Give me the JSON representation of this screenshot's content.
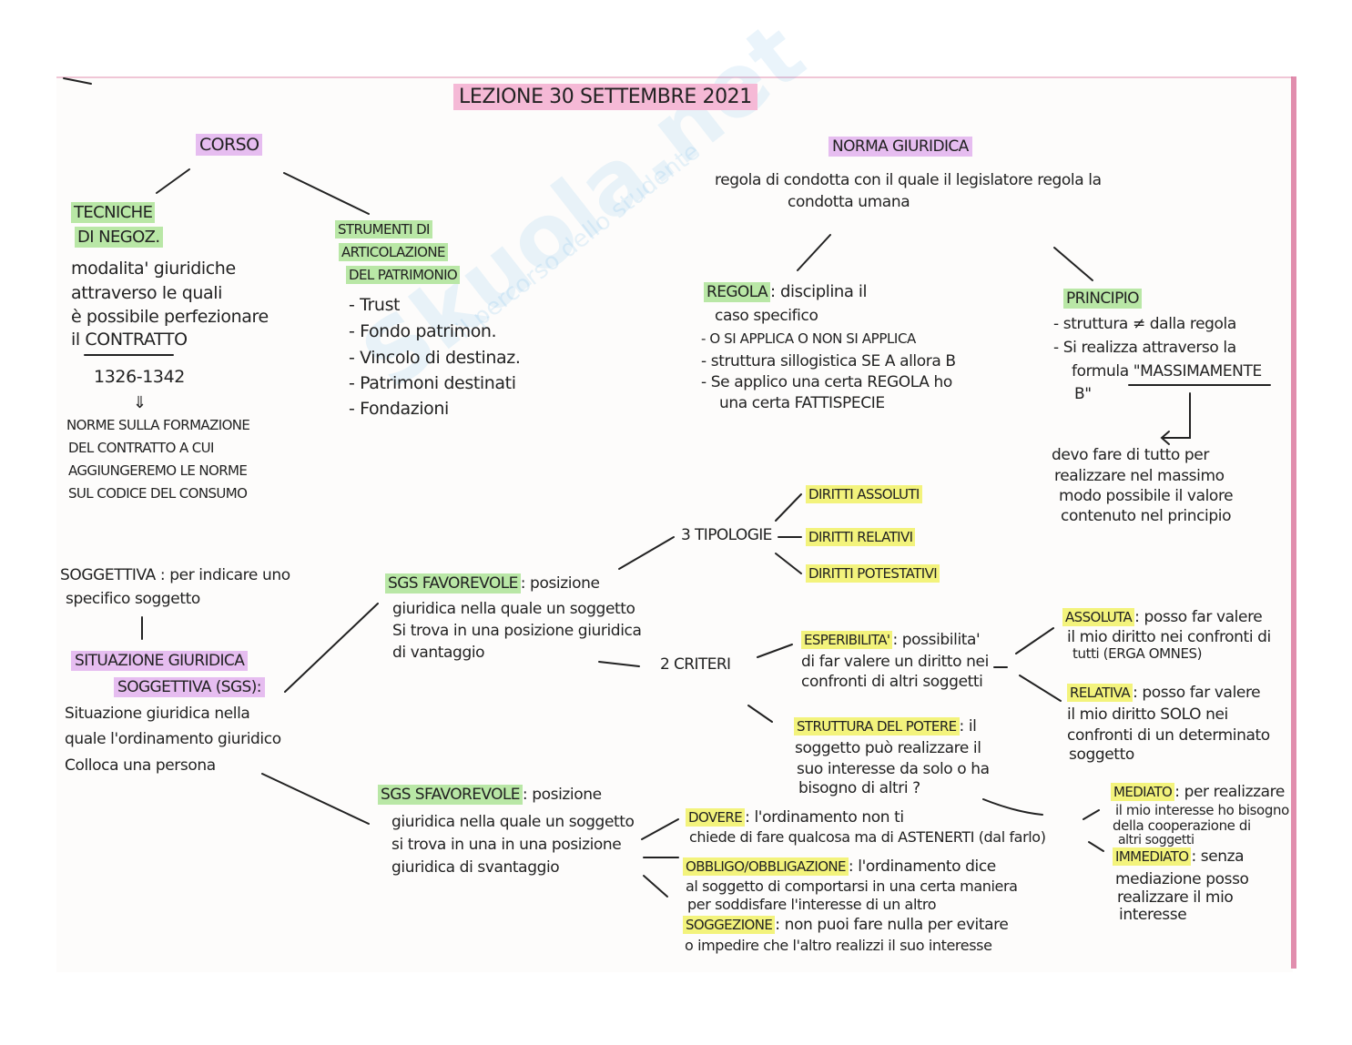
{
  "watermark": {
    "logo": "Skuola.net",
    "tagline": "il percorso dello studente"
  },
  "title": "LEZIONE 30 SETTEMBRE 2021",
  "corso": {
    "heading": "CORSO",
    "tecniche": {
      "heading": [
        "TECNICHE",
        "DI NEGOZ."
      ],
      "body": [
        "modalita' giuridiche",
        "attraverso le quali",
        "è possibile perfezionare",
        "il CONTRATTO"
      ],
      "articles": "1326-1342",
      "arrow": "⇓",
      "note": [
        "NORME SULLA FORMAZIONE",
        "DEL CONTRATTO A CUI",
        "AGGIUNGEREMO LE NORME",
        "SUL CODICE DEL CONSUMO"
      ]
    },
    "strumenti": {
      "heading": [
        "STRUMENTI DI",
        "ARTICOLAZIONE",
        "DEL PATRIMONIO"
      ],
      "items": [
        "- Trust",
        "- Fondo patrimon.",
        "- Vincolo di destinaz.",
        "- Patrimoni destinati",
        "- Fondazioni"
      ]
    }
  },
  "norma": {
    "heading": "NORMA GIURIDICA",
    "definition": [
      "regola di condotta con il quale il legislatore regola la",
      "condotta umana"
    ],
    "regola": {
      "heading": "REGOLA",
      "lead": ": disciplina il",
      "lines": [
        "caso specifico",
        "- O SI APPLICA O NON SI APPLICA",
        "- struttura sillogistica SE A allora B",
        "- Se applico una certa REGOLA ho",
        "una certa FATTISPECIE"
      ]
    },
    "principio": {
      "heading": "PRINCIPIO",
      "lines": [
        "- struttura ≠ dalla regola",
        "- Si realizza attraverso la",
        "formula \"MASSIMAMENTE",
        "B\""
      ],
      "note": [
        "devo fare di tutto per",
        "realizzare nel massimo",
        "modo possibile il valore",
        "contenuto nel principio"
      ]
    }
  },
  "soggettiva": {
    "lines": [
      "SOGGETTIVA : per indicare uno",
      "specifico soggetto"
    ]
  },
  "situazione": {
    "heading": [
      "SITUAZIONE GIURIDICA",
      "SOGGETTIVA (sgs):"
    ],
    "body": [
      "Situazione giuridica nella",
      "quale l'ordinamento giuridico",
      "Colloca una persona"
    ]
  },
  "sgs_favorevole": {
    "heading": "SGS FAVOREVOLE",
    "lead": ": posizione",
    "body": [
      "giuridica nella quale un soggetto",
      "Si trova in una posizione giuridica",
      "di vantaggio"
    ]
  },
  "sgs_sfavorevole": {
    "heading": "SGS SFAVOREVOLE",
    "lead": ": posizione",
    "body": [
      "giuridica nella quale un soggetto",
      "si trova in una in una posizione",
      "giuridica di svantaggio"
    ]
  },
  "tipologie": {
    "label": "3 TIPOLOGIE",
    "items": [
      "DIRITTI ASSOLUTI",
      "DIRITTI RELATIVI",
      "DIRITTI POTESTATIVI"
    ]
  },
  "criteri": {
    "label": "2 CRITERI",
    "esperibilita": {
      "heading": "ESPERIBILITA'",
      "lead": ": possibilita'",
      "body": [
        "di far valere un diritto nei",
        "confronti di altri soggetti"
      ]
    },
    "struttura": {
      "heading": "STRUTTURA DEL POTERE",
      "lead": ": il",
      "body": [
        "soggetto può realizzare il",
        "suo interesse da solo o ha",
        "bisogno di altri ?"
      ]
    }
  },
  "assoluta": {
    "heading": "ASSOLUTA",
    "lead": ": posso far valere",
    "body": [
      "il mio diritto nei confronti di",
      "tutti (ERGA OMNES)"
    ]
  },
  "relativa": {
    "heading": "RELATIVA",
    "lead": ": posso far valere",
    "body": [
      "il mio diritto SOLO nei",
      "confronti di un determinato",
      "soggetto"
    ]
  },
  "mediato": {
    "heading": "MEDIATO",
    "lead": ": per realizzare",
    "body": [
      "il mio interesse ho bisogno",
      "della cooperazione di",
      "altri soggetti"
    ]
  },
  "immediato": {
    "heading": "IMMEDIATO",
    "lead": ": senza",
    "body": [
      "mediazione posso",
      "realizzare il mio",
      "interesse"
    ]
  },
  "dovere": {
    "heading": "DOVERE",
    "lead": ": l'ordinamento non ti",
    "body": [
      "chiede di fare qualcosa ma di ASTENERTI (dal farlo)"
    ]
  },
  "obbligo": {
    "heading": "OBBLIGO/OBBLIGAZIONE",
    "lead": ": l'ordinamento dice",
    "body": [
      "al soggetto di comportarsi in una certa maniera",
      "per soddisfare l'interesse di un altro"
    ]
  },
  "soggezione": {
    "heading": "SOGGEZIONE",
    "lead": ": non puoi fare nulla per evitare",
    "body": [
      "o impedire che l'altro realizzi il suo interesse"
    ]
  },
  "colors": {
    "green": "#b9e7a6",
    "purple": "#e6bdf0",
    "yellow": "#f3f37c",
    "pink": "#f5b9d6"
  }
}
